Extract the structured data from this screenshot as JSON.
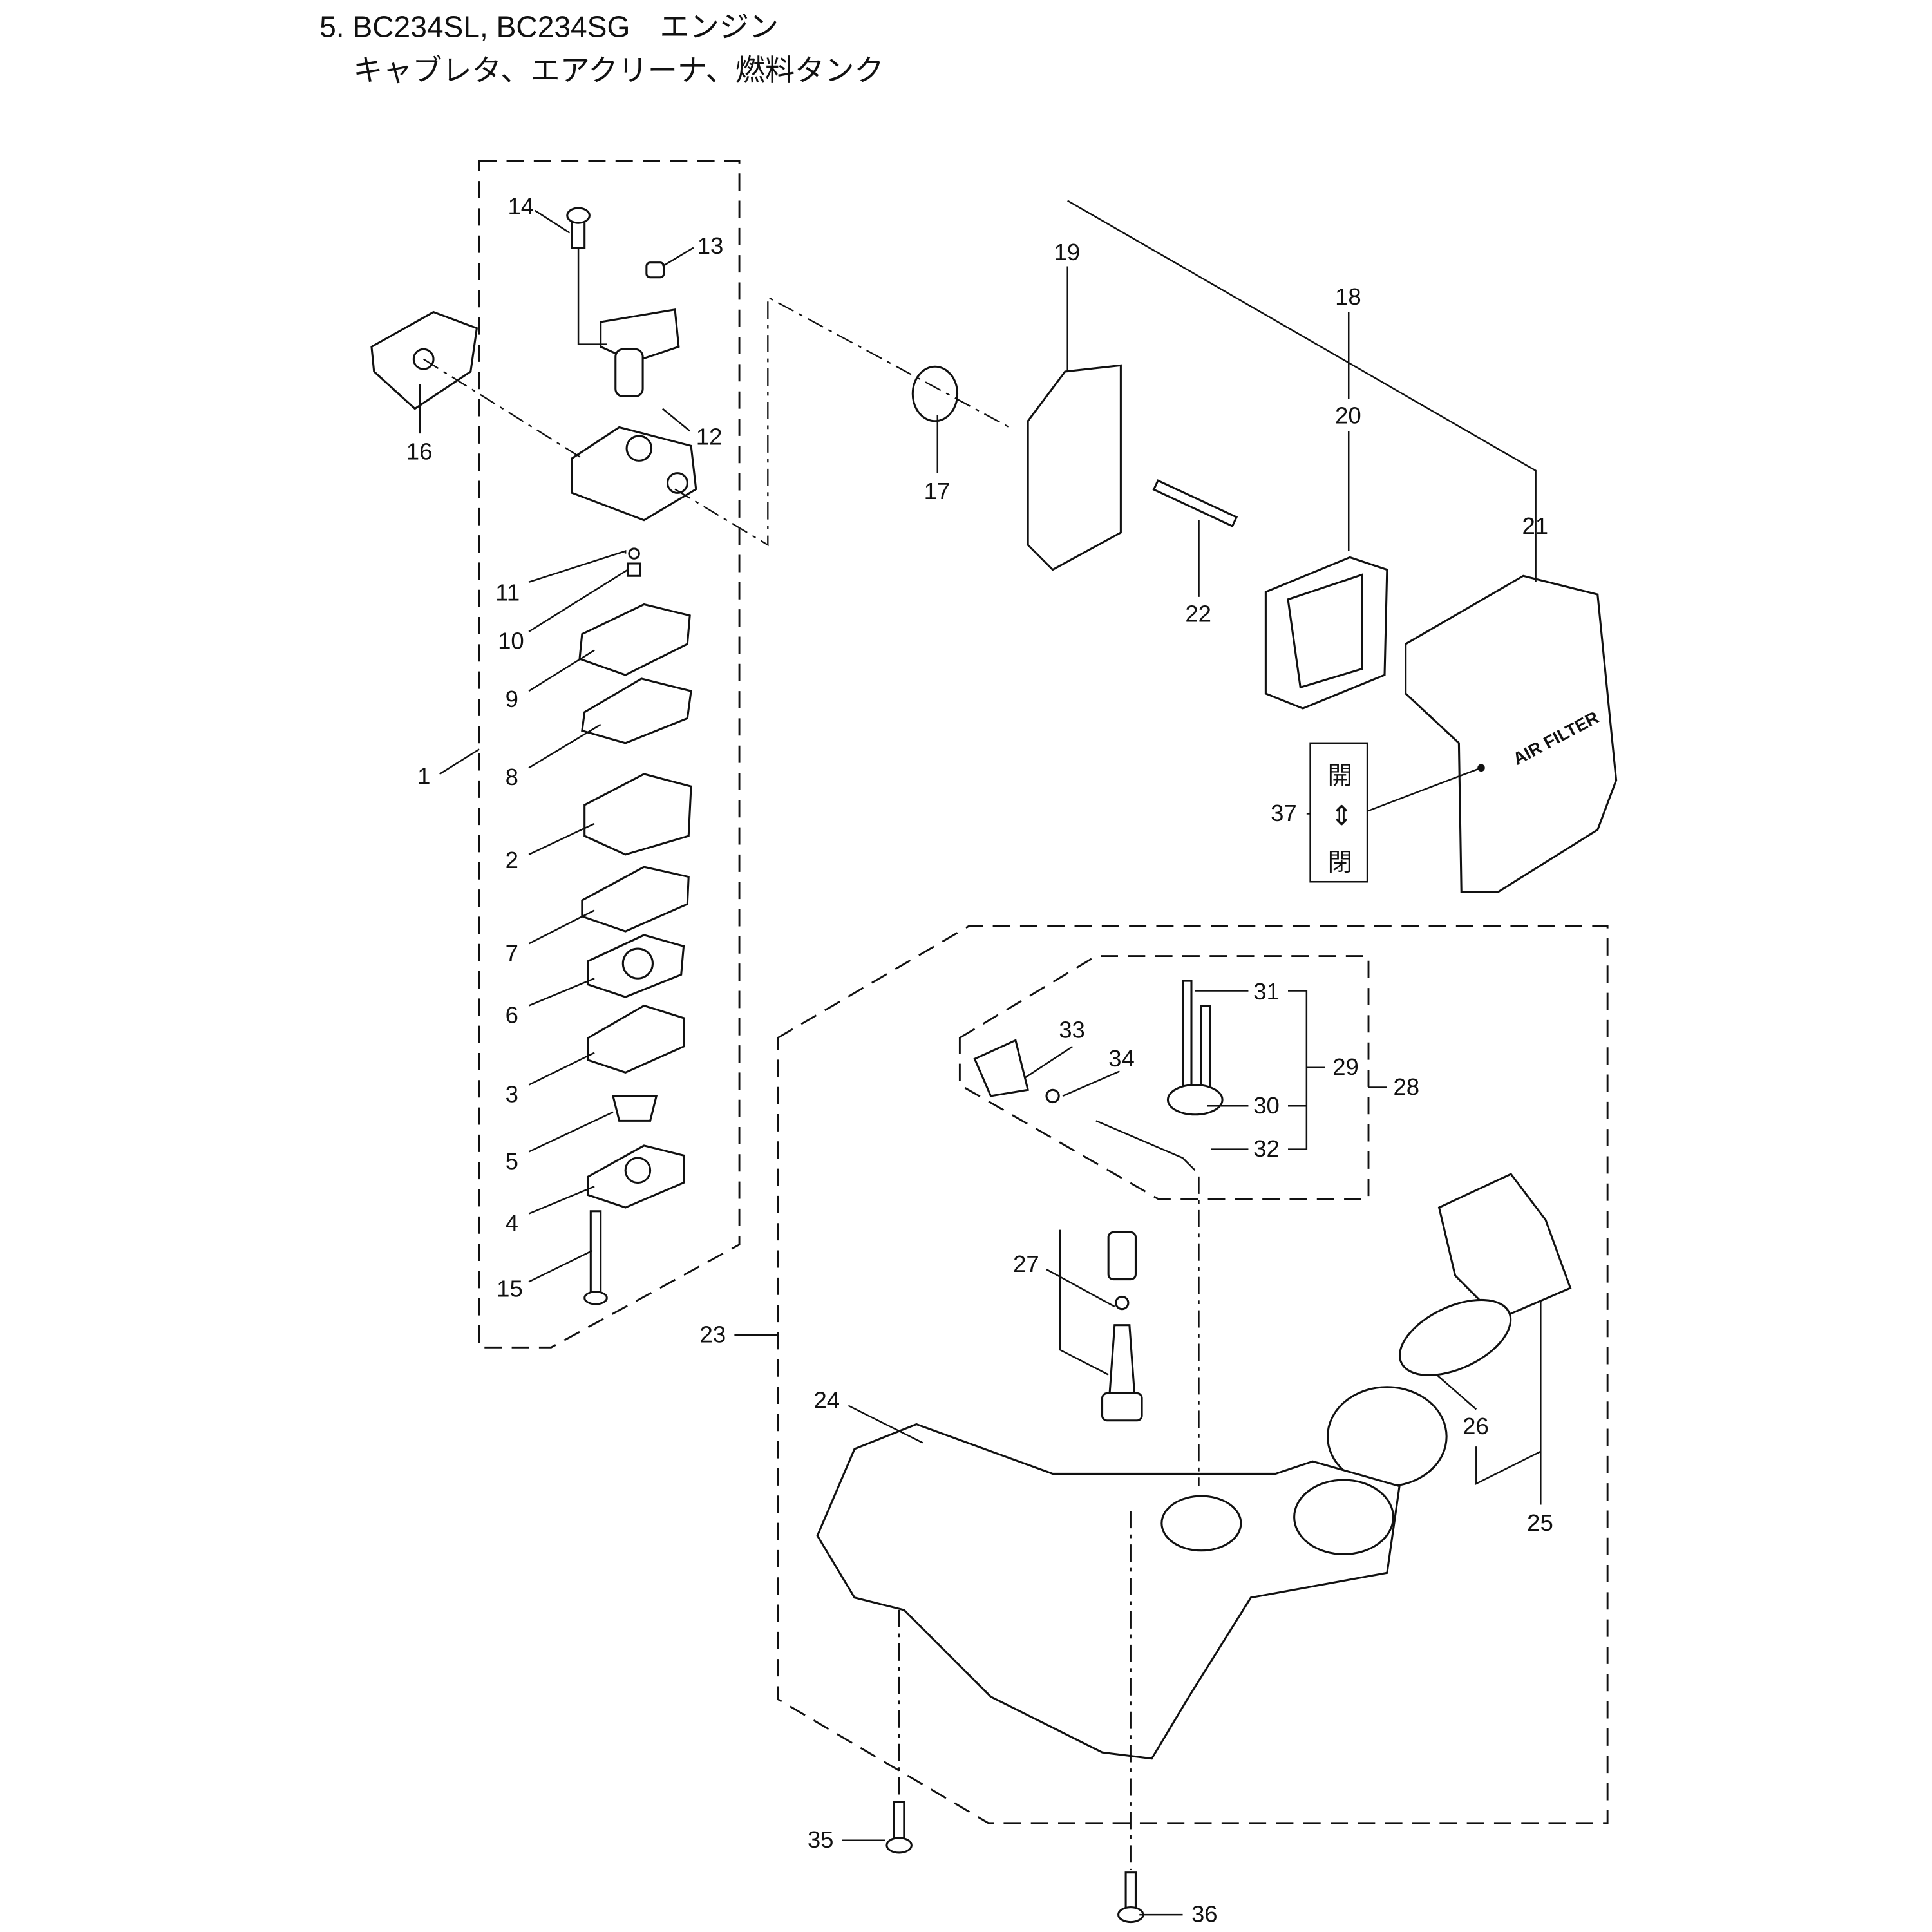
{
  "title": {
    "line1": "5. BC234SL, BC234SG　エンジン",
    "line2": "キャブレタ、エアクリーナ、燃料タンク"
  },
  "callouts": {
    "c1": "1",
    "c2": "2",
    "c3": "3",
    "c4": "4",
    "c5": "5",
    "c6": "6",
    "c7": "7",
    "c8": "8",
    "c9": "9",
    "c10": "10",
    "c11": "11",
    "c12": "12",
    "c13": "13",
    "c14": "14",
    "c15": "15",
    "c16": "16",
    "c17": "17",
    "c18": "18",
    "c19": "19",
    "c20": "20",
    "c21": "21",
    "c22": "22",
    "c23": "23",
    "c24": "24",
    "c25": "25",
    "c26": "26",
    "c27": "27",
    "c28": "28",
    "c29": "29",
    "c30": "30",
    "c31": "31",
    "c32": "32",
    "c33": "33",
    "c34": "34",
    "c35": "35",
    "c36": "36",
    "c37": "37"
  },
  "air_filter_cover_text": "AIR FILTER",
  "label_37": {
    "open": "開",
    "arrow": "⇕",
    "close": "閉"
  }
}
